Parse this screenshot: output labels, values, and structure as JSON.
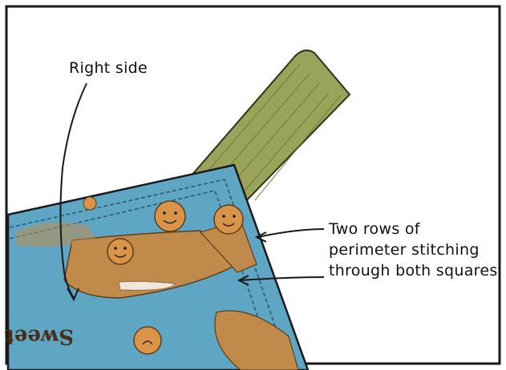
{
  "callouts": {
    "right_side": "Right side",
    "stitching_line1": "Two rows of",
    "stitching_line2": "perimeter stitching",
    "stitching_line3": "through both squares"
  },
  "fabric_print_text": "Sweet",
  "colors": {
    "fabric_blue": "#5fa6c4",
    "pea_pod": "#c08a4a",
    "pea": "#d99448",
    "strap_green": "#9aa35a",
    "outline": "#1a1a1a"
  }
}
